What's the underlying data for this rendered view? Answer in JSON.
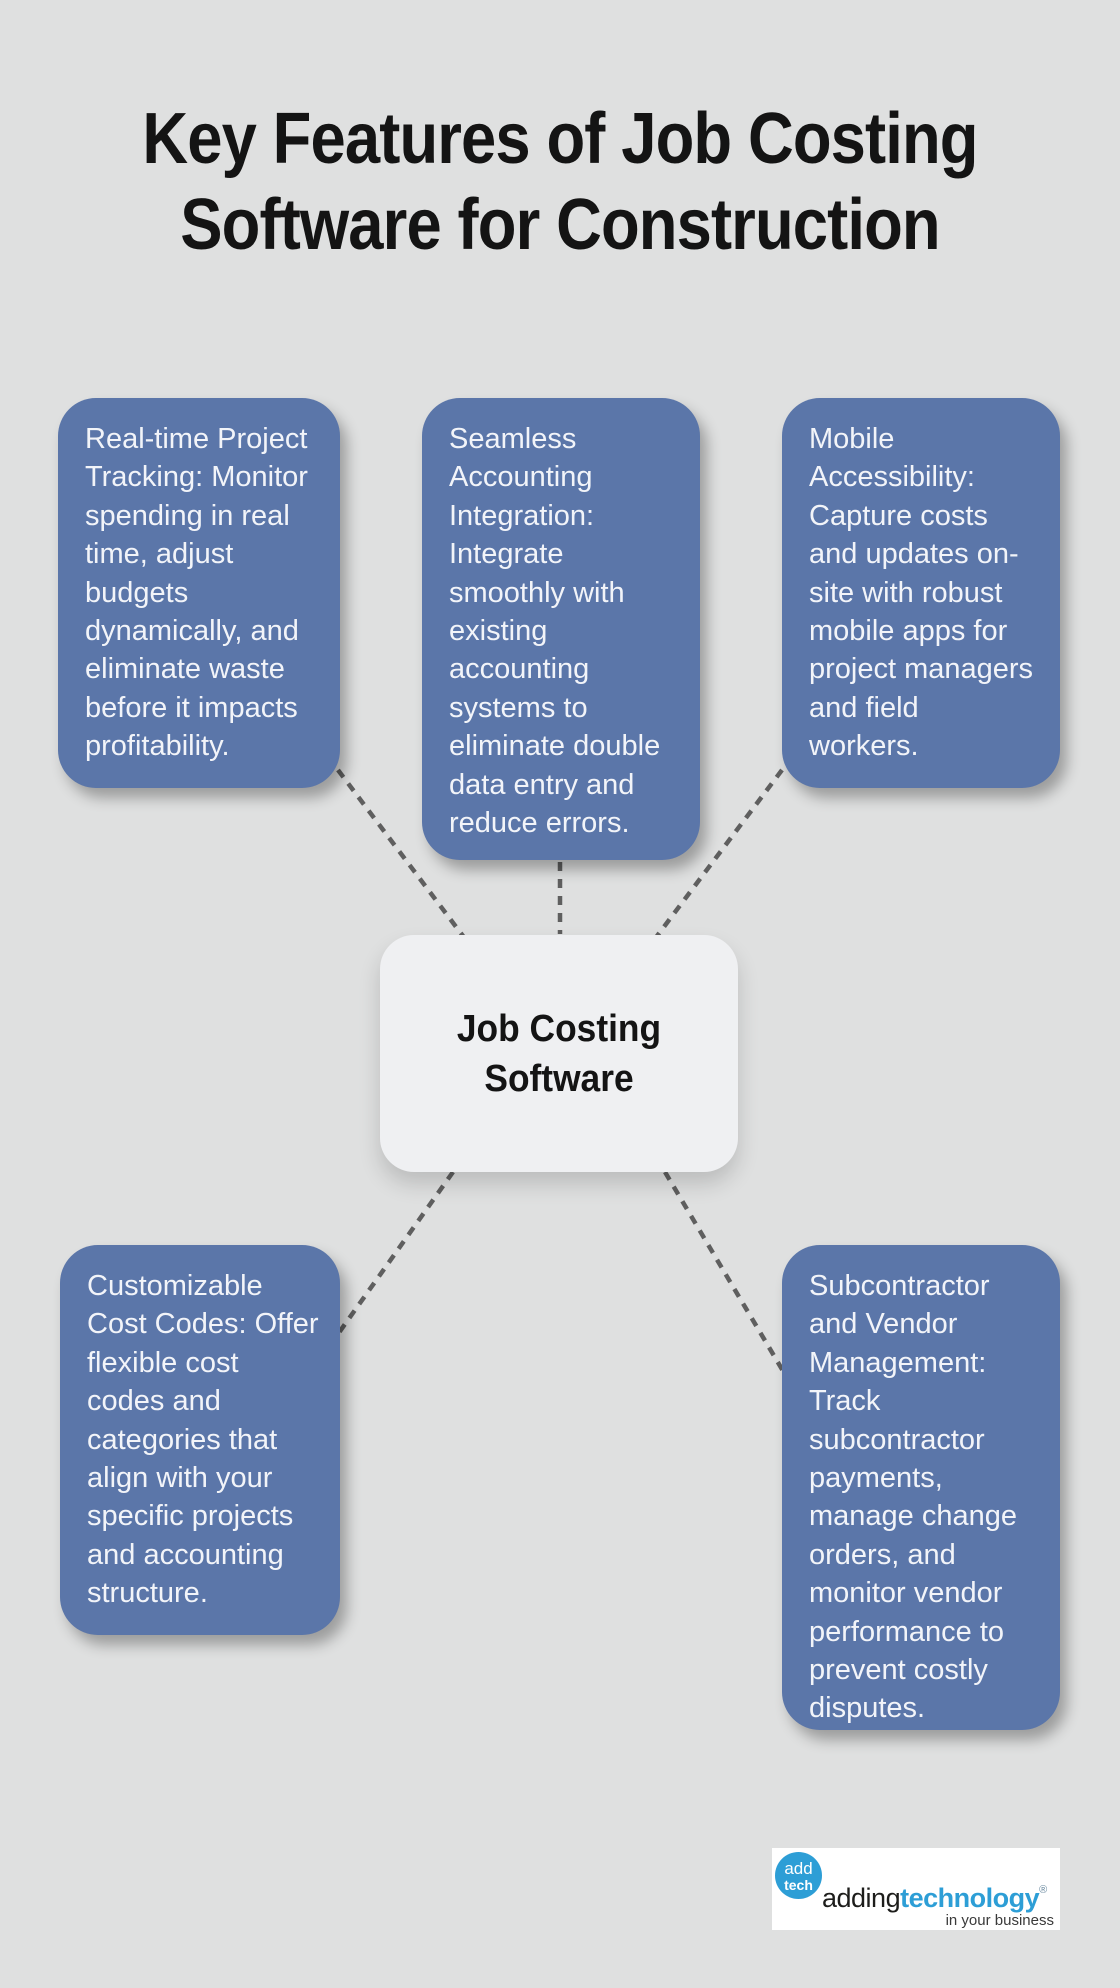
{
  "title": {
    "lines": [
      "Key Features of Job Costing",
      "Software for Construction"
    ]
  },
  "center_node": {
    "label": "Job Costing Software"
  },
  "features": [
    {
      "id": "real-time-project-tracking",
      "text": "Real-time Project Tracking: Monitor spending in real time, adjust budgets dynamically, and eliminate waste before it impacts profitability."
    },
    {
      "id": "seamless-accounting-integration",
      "text": "Seamless Accounting Integration: Integrate smoothly with existing accounting systems to eliminate double data entry and reduce errors."
    },
    {
      "id": "mobile-accessibility",
      "text": "Mobile Accessibility: Capture costs and updates on-site with robust mobile apps for project managers and field workers."
    },
    {
      "id": "customizable-cost-codes",
      "text": "Customizable Cost Codes: Offer flexible cost codes and categories that align with your specific projects and accounting structure."
    },
    {
      "id": "subcontractor-vendor-management",
      "text": "Subcontractor and Vendor Management: Track subcontractor payments, manage change orders, and monitor vendor performance to prevent costly disputes."
    }
  ],
  "logo": {
    "badge_top": "add",
    "badge_bottom": "tech",
    "name_black": "adding",
    "name_blue": "technology",
    "registered_mark": "®",
    "tagline": "in your business"
  },
  "colors": {
    "background": "#dfe0e0",
    "feature_box": "#5b76a9",
    "feature_text": "#f2f4f9",
    "center_box": "#eff0f2",
    "heading_text": "#141414",
    "connector_line": "#5f5f5f",
    "logo_blue": "#2d9ed6",
    "logo_black": "#1d1d1b",
    "logo_background": "#ffffff"
  }
}
